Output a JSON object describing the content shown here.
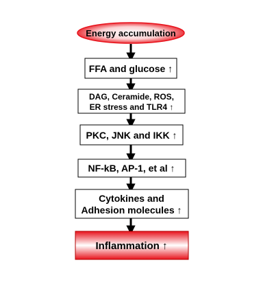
{
  "nodes": [
    {
      "id": "energy",
      "label": "Energy accumulation"
    },
    {
      "id": "ffa",
      "label": "FFA and glucose ↑"
    },
    {
      "id": "dag",
      "lines": [
        "DAG, Ceramide, ROS,",
        "ER stress and TLR4 ↑"
      ]
    },
    {
      "id": "pkc",
      "label": "PKC, JNK and IKK ↑"
    },
    {
      "id": "nfkb",
      "label": "NF-kB,  AP-1, et al ↑"
    },
    {
      "id": "cytokines",
      "lines": [
        "Cytokines and",
        "Adhesion molecules ↑"
      ]
    },
    {
      "id": "inflammation",
      "label": "Inflammation ↑"
    }
  ],
  "colors": {
    "start_fill": "#e8121b",
    "end_fill": "#e8121b",
    "border": "#000000",
    "arrow": "#000000",
    "background": "#ffffff"
  }
}
